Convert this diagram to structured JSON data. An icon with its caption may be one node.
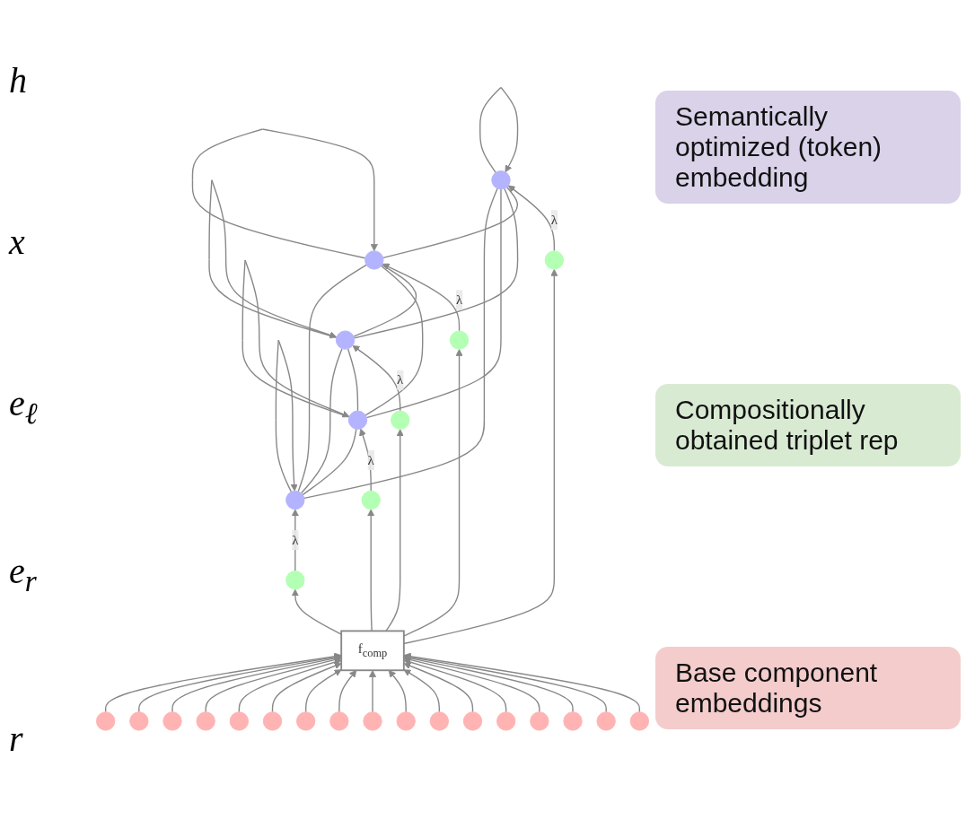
{
  "diagram": {
    "nodes": [
      {
        "text": [],
        "shape": "circle"
      },
      {
        "text": [],
        "shape": "circle"
      },
      {
        "text": [],
        "shape": "circle"
      },
      {
        "text": [],
        "shape": "circle"
      },
      {
        "text": [],
        "shape": "circle"
      },
      {
        "text": [],
        "shape": "circle"
      },
      {
        "text": [],
        "shape": "circle"
      },
      {
        "text": [],
        "shape": "circle"
      },
      {
        "text": [],
        "shape": "circle"
      },
      {
        "text": [],
        "shape": "circle"
      },
      {
        "text": [
          "f$_{comp}$"
        ]
      },
      {
        "text": [],
        "shape": "circle"
      },
      {
        "text": [],
        "shape": "circle"
      },
      {
        "text": [],
        "shape": "circle"
      },
      {
        "text": [],
        "shape": "circle"
      },
      {
        "text": [],
        "shape": "circle"
      },
      {
        "text": [],
        "shape": "circle"
      },
      {
        "text": [],
        "shape": "circle"
      },
      {
        "text": [],
        "shape": "circle"
      },
      {
        "text": [],
        "shape": "circle"
      },
      {
        "text": [],
        "shape": "circle"
      },
      {
        "text": [],
        "shape": "circle"
      },
      {
        "text": [],
        "shape": "circle"
      },
      {
        "text": [],
        "shape": "circle"
      },
      {
        "text": [],
        "shape": "circle"
      },
      {
        "text": [],
        "shape": "circle"
      },
      {
        "text": [],
        "shape": "circle"
      },
      {
        "text": [],
        "shape": "circle"
      }
    ],
    "edges": [
      {
        "from": 0,
        "to": 0,
        "arrow": "to"
      },
      {
        "from": 1,
        "to": 1,
        "arrow": "to"
      },
      {
        "from": 2,
        "to": 2,
        "arrow": "to"
      },
      {
        "from": 3,
        "to": 3,
        "arrow": "to"
      },
      {
        "from": 4,
        "to": 4,
        "arrow": "to"
      },
      {
        "from": 0,
        "to": 1,
        "arrow": "none"
      },
      {
        "from": 0,
        "to": 2,
        "arrow": "none"
      },
      {
        "from": 0,
        "to": 3,
        "arrow": "none"
      },
      {
        "from": 0,
        "to": 4,
        "arrow": "none"
      },
      {
        "from": 1,
        "to": 2,
        "arrow": "none"
      },
      {
        "from": 1,
        "to": 3,
        "arrow": "none"
      },
      {
        "from": 1,
        "to": 4,
        "arrow": "none"
      },
      {
        "from": 2,
        "to": 3,
        "arrow": "none"
      },
      {
        "from": 2,
        "to": 4,
        "arrow": "none"
      },
      {
        "from": 3,
        "to": 4,
        "arrow": "none"
      },
      {
        "from": 5,
        "to": 0,
        "arrow": "to",
        "label": "λ"
      },
      {
        "from": 6,
        "to": 1,
        "arrow": "to",
        "label": "λ"
      },
      {
        "from": 7,
        "to": 2,
        "arrow": "to",
        "label": "λ"
      },
      {
        "from": 8,
        "to": 3,
        "arrow": "to",
        "label": "λ"
      },
      {
        "from": 9,
        "to": 4,
        "arrow": "to",
        "label": "λ"
      },
      {
        "from": 10,
        "to": 5,
        "arrow": "to"
      },
      {
        "from": 10,
        "to": 6,
        "arrow": "to"
      },
      {
        "from": 10,
        "to": 7,
        "arrow": "to"
      },
      {
        "from": 10,
        "to": 8,
        "arrow": "to"
      },
      {
        "from": 10,
        "to": 9,
        "arrow": "to"
      },
      {
        "from": 11,
        "to": 10,
        "arrow": "to"
      },
      {
        "from": 12,
        "to": 10,
        "arrow": "to"
      },
      {
        "from": 13,
        "to": 10,
        "arrow": "to"
      },
      {
        "from": 14,
        "to": 10,
        "arrow": "to"
      },
      {
        "from": 15,
        "to": 10,
        "arrow": "to"
      },
      {
        "from": 16,
        "to": 10,
        "arrow": "to"
      },
      {
        "from": 17,
        "to": 10,
        "arrow": "to"
      },
      {
        "from": 18,
        "to": 10,
        "arrow": "to"
      },
      {
        "from": 19,
        "to": 10,
        "arrow": "to"
      },
      {
        "from": 20,
        "to": 10,
        "arrow": "to"
      },
      {
        "from": 21,
        "to": 10,
        "arrow": "to"
      },
      {
        "from": 22,
        "to": 10,
        "arrow": "to"
      },
      {
        "from": 23,
        "to": 10,
        "arrow": "to"
      },
      {
        "from": 24,
        "to": 10,
        "arrow": "to"
      },
      {
        "from": 25,
        "to": 10,
        "arrow": "to"
      },
      {
        "from": 26,
        "to": 10,
        "arrow": "to"
      },
      {
        "from": 27,
        "to": 10,
        "arrow": "to"
      }
    ],
    "labels": [
      "h",
      "x",
      "e$_{ℓ}$",
      "e$_{r}$",
      "r"
    ],
    "legend": [
      {
        "text": "Semantically optimized (token) embedding",
        "color": "#d9d2e9"
      },
      {
        "text": "Compositionally obtained triplet rep",
        "color": "#d9ead3"
      },
      {
        "text": "Base component embeddings",
        "color": "#f4cccc"
      }
    ]
  }
}
